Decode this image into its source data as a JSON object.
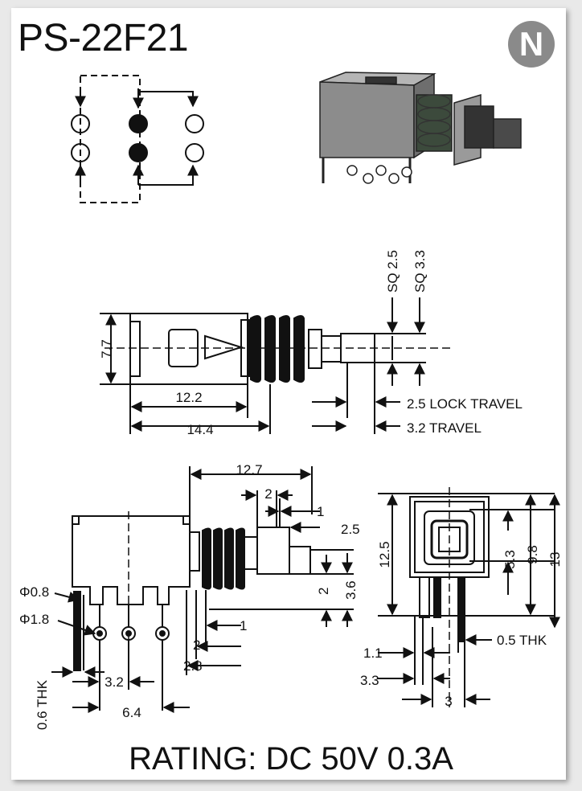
{
  "title": "PS-22F21",
  "logo_letter": "N",
  "rating": "RATING: DC 50V 0.3A",
  "side_view": {
    "sq_outer": "SQ 3.3",
    "sq_inner": "SQ 2.5",
    "height": "7.7",
    "length_12_2": "12.2",
    "length_14_4": "14.4",
    "lock_travel": "2.5 LOCK TRAVEL",
    "travel": "3.2 TRAVEL"
  },
  "bottom_view": {
    "d_12_7": "12.7",
    "d_2_top": "2",
    "d_1_top": "1",
    "d_2_5": "2.5",
    "d_2_side": "2",
    "d_3_6": "3.6",
    "d_1_low": "1",
    "d_2_low": "2",
    "d_2_8": "2.8",
    "d_3_2": "3.2",
    "d_6_4": "6.4",
    "hole_small": "Φ0.8",
    "hole_large": "Φ1.8",
    "thk": "0.6 THK"
  },
  "end_view": {
    "d_12_5": "12.5",
    "d_5_3": "5.3",
    "d_9_8": "9.8",
    "d_13": "13",
    "d_1_1": "1.1",
    "d_3_3": "3.3",
    "d_3": "3",
    "thk": "0.5 THK"
  },
  "colors": {
    "line": "#111111",
    "photo_body": "#8c8c8c",
    "logo": "#8a8a8a"
  }
}
